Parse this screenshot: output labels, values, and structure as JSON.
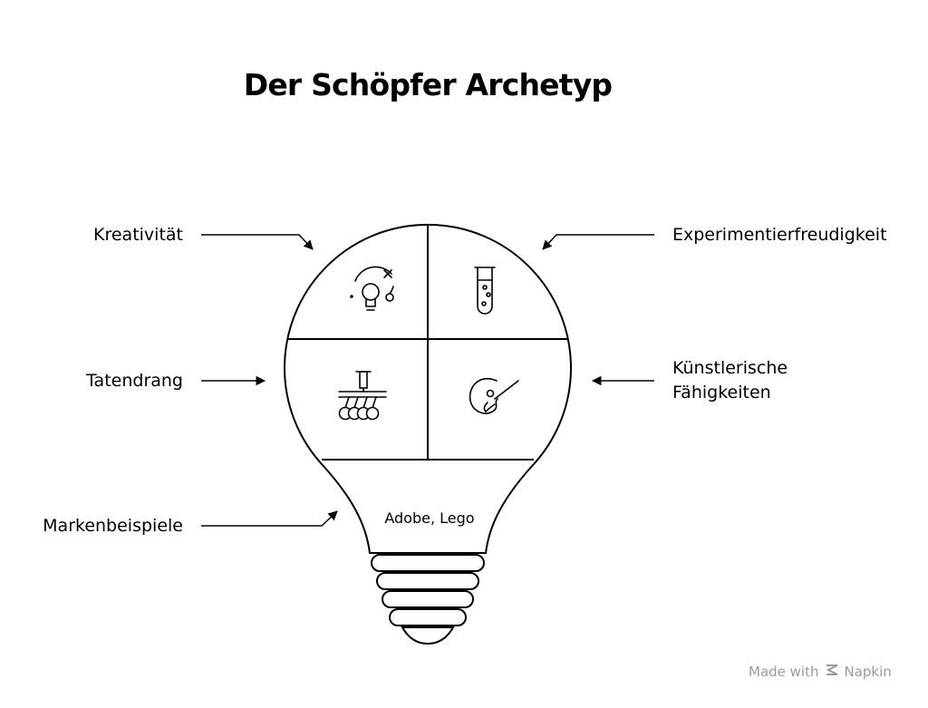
{
  "title": "Der Schöpfer Archetyp",
  "labels": {
    "kreativitaet": "Kreativität",
    "experimentierfreudigkeit": "Experimentierfreudigkeit",
    "tatendrang": "Tatendrang",
    "kuenstlerische_faehigkeiten": "Künstlerische\nFähigkeiten",
    "markenbeispiele": "Markenbeispiele"
  },
  "bulb_base_text": "Adobe, Lego",
  "watermark": {
    "prefix": "Made with",
    "brand": "Napkin"
  },
  "icons": [
    "creative-idea-bulb-icon",
    "test-tube-icon",
    "drive-mechanism-icon",
    "artist-palette-brush-icon",
    "napkin-logo-icon"
  ]
}
